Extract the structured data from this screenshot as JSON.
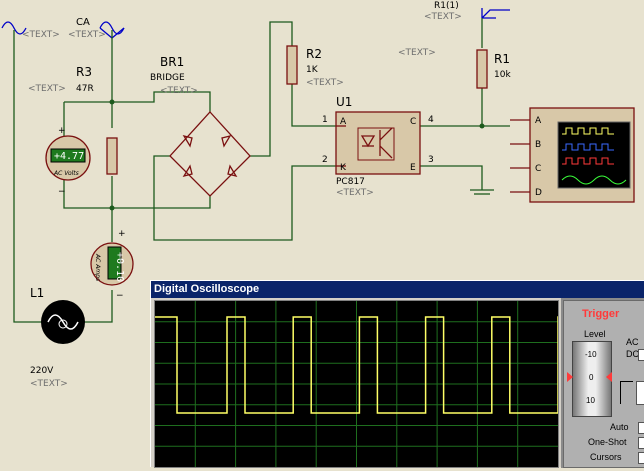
{
  "schematic": {
    "source_left": {
      "text": "<TEXT>"
    },
    "ca": {
      "label": "CA",
      "text": "<TEXT>"
    },
    "r1_probe": {
      "label": "R1(1)",
      "text": "<TEXT>"
    },
    "r3": {
      "ref": "R3",
      "text": "<TEXT>",
      "value": "47R"
    },
    "br1": {
      "ref": "BR1",
      "value": "BRIDGE",
      "text": "<TEXT>"
    },
    "r2": {
      "ref": "R2",
      "value": "1K",
      "text": "<TEXT>"
    },
    "r1": {
      "ref": "R1",
      "value": "10k",
      "text": "<TEXT>"
    },
    "u1": {
      "ref": "U1",
      "part": "PC817",
      "text": "<TEXT>",
      "pin1": "1",
      "pin2": "2",
      "pin3": "3",
      "pin4": "4",
      "A": "A",
      "K": "K",
      "C": "C",
      "E": "E"
    },
    "top_text": "<TEXT>",
    "voltmeter": {
      "value": "+4.77",
      "label": "AC Volts",
      "plus": "+",
      "minus": "−"
    },
    "ammeter": {
      "value": "+0.10",
      "label": "AC Amps",
      "plus": "+",
      "minus": "−"
    },
    "lamp": {
      "ref": "L1",
      "value": "220V",
      "text": "<TEXT>"
    },
    "scope_component": {
      "channels": [
        "A",
        "B",
        "C",
        "D"
      ]
    }
  },
  "oscilloscope": {
    "title": "Digital Oscilloscope",
    "trigger": {
      "title": "Trigger",
      "level_label": "Level",
      "dial_ticks": [
        "-10",
        "0",
        "10"
      ],
      "ac_label": "AC",
      "dc_label": "DC",
      "auto_label": "Auto",
      "one_shot_label": "One-Shot",
      "cursors_label": "Cursors"
    },
    "trace_color": "#ffff66",
    "grid_color": "#1e6e1e",
    "screen_bg": "#000000"
  }
}
